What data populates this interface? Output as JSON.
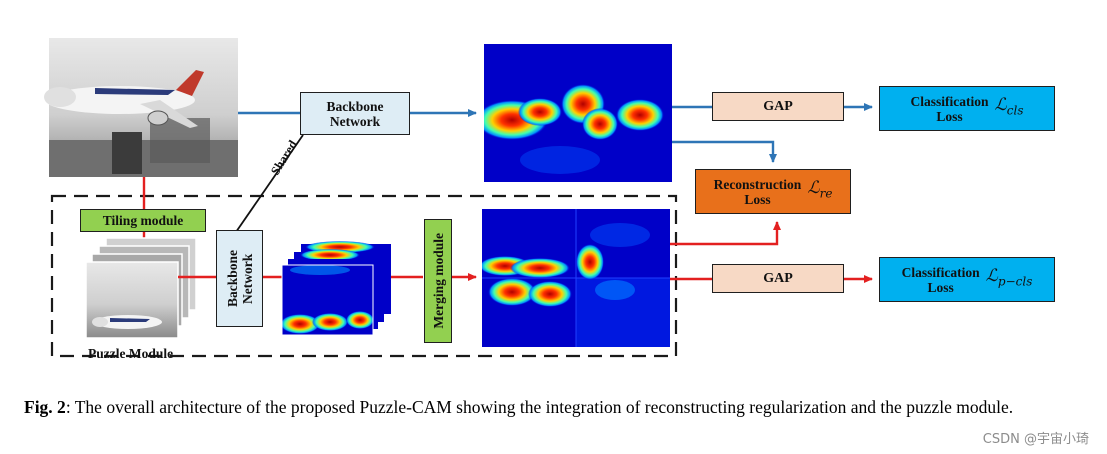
{
  "figure": {
    "backbone_top": [
      "Backbone",
      "Network"
    ],
    "backbone_bottom": [
      "Backbone",
      "Network"
    ],
    "shared_label": "Shared",
    "gap_top": "GAP",
    "gap_bottom": "GAP",
    "cls_top": {
      "label": [
        "Classification",
        "Loss"
      ],
      "math_base": "ℒ",
      "math_sub": "cls"
    },
    "cls_bottom": {
      "label": [
        "Classification",
        "Loss"
      ],
      "math_base": "ℒ",
      "math_sub": "p−cls"
    },
    "reconstruction": {
      "label": [
        "Reconstruction",
        "Loss"
      ],
      "math_base": "ℒ",
      "math_sub": "re"
    },
    "tiling_module": "Tiling module",
    "merging_module": "Merging module",
    "puzzle_module": "Puzzle Module",
    "colors": {
      "blue_arrow": "#2e75b6",
      "red_arrow": "#e32020",
      "backbone": "#deedf5",
      "gap": "#f7d9c5",
      "cls": "#00b0ef",
      "reconstruction": "#e8701b",
      "module": "#92d050"
    }
  },
  "caption": {
    "fig_label": "Fig. 2",
    "text": ": The overall architecture of the proposed Puzzle-CAM showing the integration of reconstructing regularization and the puzzle module."
  },
  "watermark": "CSDN @宇宙小琦"
}
